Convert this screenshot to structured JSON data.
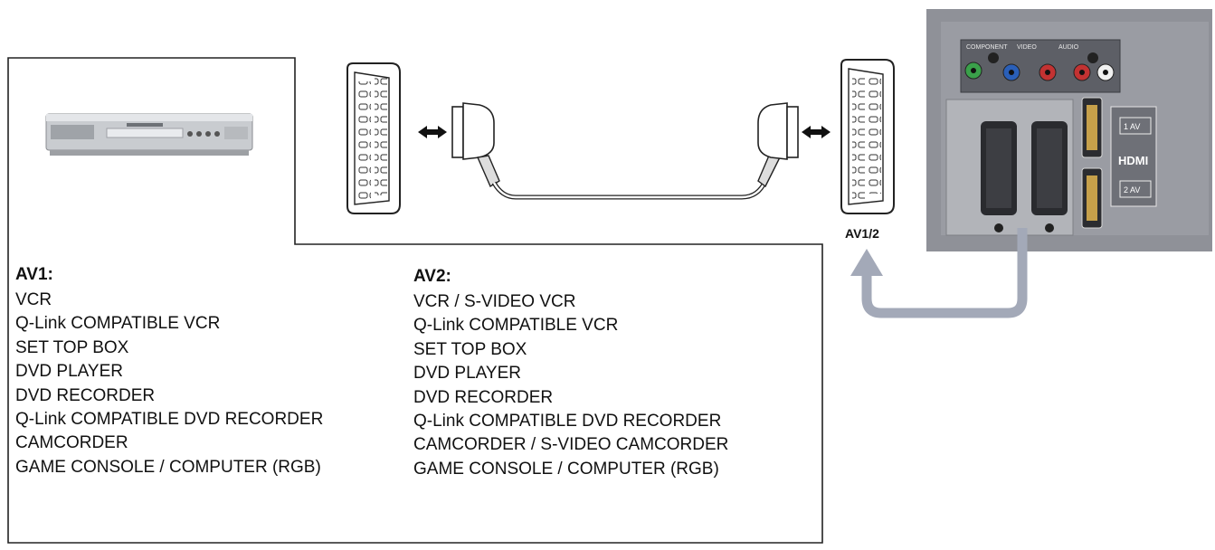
{
  "diagram": {
    "port_label": "AV1/2",
    "av1": {
      "heading": "AV1:",
      "items": [
        "VCR",
        "Q-Link COMPATIBLE VCR",
        "SET TOP BOX",
        "DVD PLAYER",
        "DVD RECORDER",
        "Q-Link COMPATIBLE DVD RECORDER",
        "CAMCORDER",
        "GAME CONSOLE / COMPUTER (RGB)"
      ]
    },
    "av2": {
      "heading": "AV2:",
      "items": [
        "VCR / S-VIDEO VCR",
        "Q-Link COMPATIBLE VCR",
        "SET TOP BOX",
        "DVD PLAYER",
        "DVD RECORDER",
        "Q-Link COMPATIBLE DVD RECORDER",
        "CAMCORDER / S-VIDEO CAMCORDER",
        "GAME CONSOLE / COMPUTER (RGB)"
      ]
    },
    "panel": {
      "component_label": "COMPONENT",
      "video_label": "VIDEO",
      "audio_label": "AUDIO",
      "hdmi_label": "HDMI",
      "hdmi1_label": "1 AV",
      "hdmi2_label": "2 AV"
    },
    "colors": {
      "arrow": "#a3a9b8",
      "panel_bg": "#8f9198",
      "outline": "#222222"
    }
  }
}
